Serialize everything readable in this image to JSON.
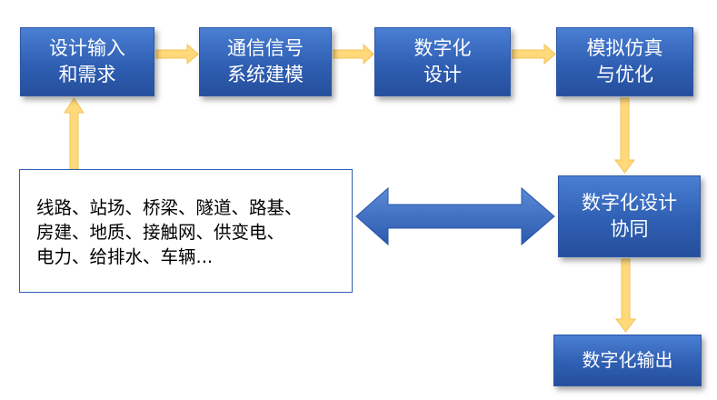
{
  "flow": {
    "design_input": "设计输入\n和需求",
    "signal_modeling": "通信信号\n系统建模",
    "digital_design": "数字化\n设计",
    "simulation_optimization": "模拟仿真\n与优化",
    "digital_collaboration": "数字化设计\n协同",
    "digital_output": "数字化输出"
  },
  "disciplines": {
    "text": "线路、站场、桥梁、隧道、路基、\n房建、地质、接触网、供变电、\n电力、给排水、车辆..."
  },
  "colors": {
    "box_fill": "#2f5fb3",
    "arrow_fill": "#ffd97a",
    "double_arrow": "#3a6cc4"
  }
}
